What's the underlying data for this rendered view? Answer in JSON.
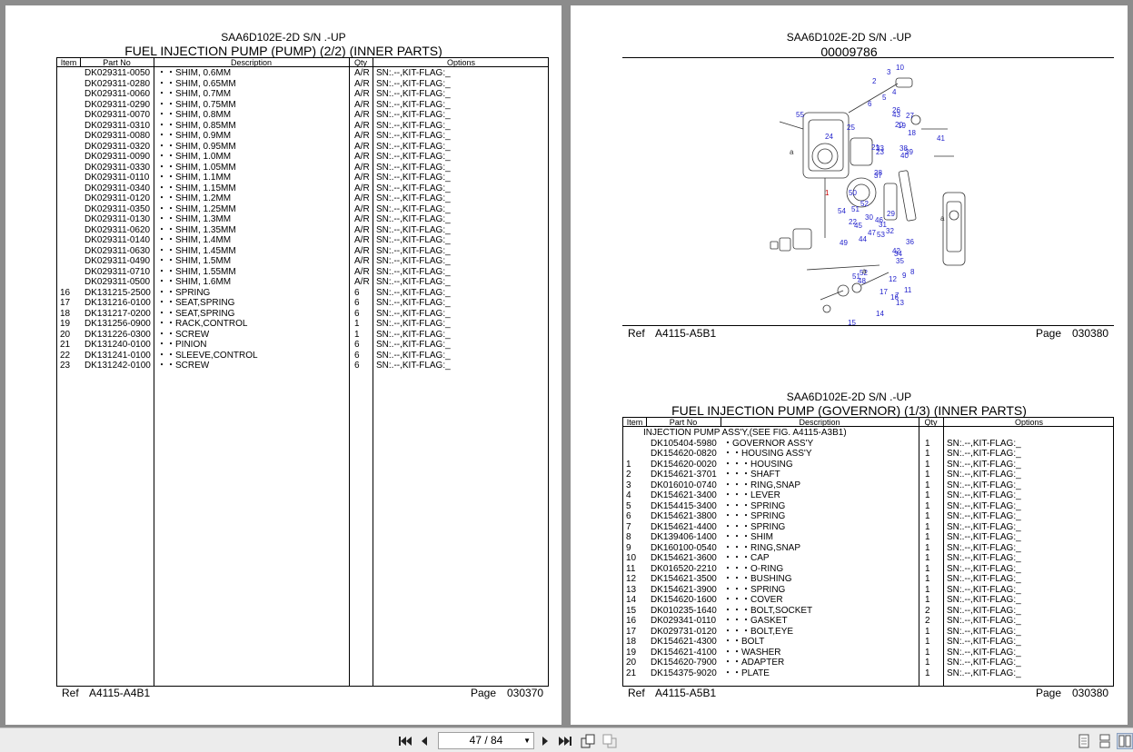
{
  "left_page": {
    "model": "SAA6D102E-2D S/N .-UP",
    "title": "FUEL INJECTION PUMP (PUMP) (2/2) (INNER PARTS)",
    "headers": {
      "item": "Item",
      "part_no": "Part No",
      "description": "Description",
      "qty": "Qty",
      "options": "Options"
    },
    "rows": [
      {
        "item": "",
        "part": "DK029311-0050",
        "desc": "・・SHIM, 0.6MM",
        "qty": "A/R",
        "opt": "SN:.--,KIT-FLAG:_"
      },
      {
        "item": "",
        "part": "DK029311-0280",
        "desc": "・・SHIM, 0.65MM",
        "qty": "A/R",
        "opt": "SN:.--,KIT-FLAG:_"
      },
      {
        "item": "",
        "part": "DK029311-0060",
        "desc": "・・SHIM, 0.7MM",
        "qty": "A/R",
        "opt": "SN:.--,KIT-FLAG:_"
      },
      {
        "item": "",
        "part": "DK029311-0290",
        "desc": "・・SHIM, 0.75MM",
        "qty": "A/R",
        "opt": "SN:.--,KIT-FLAG:_"
      },
      {
        "item": "",
        "part": "DK029311-0070",
        "desc": "・・SHIM, 0.8MM",
        "qty": "A/R",
        "opt": "SN:.--,KIT-FLAG:_"
      },
      {
        "item": "",
        "part": "DK029311-0310",
        "desc": "・・SHIM, 0.85MM",
        "qty": "A/R",
        "opt": "SN:.--,KIT-FLAG:_"
      },
      {
        "item": "",
        "part": "DK029311-0080",
        "desc": "・・SHIM, 0.9MM",
        "qty": "A/R",
        "opt": "SN:.--,KIT-FLAG:_"
      },
      {
        "item": "",
        "part": "DK029311-0320",
        "desc": "・・SHIM, 0.95MM",
        "qty": "A/R",
        "opt": "SN:.--,KIT-FLAG:_"
      },
      {
        "item": "",
        "part": "DK029311-0090",
        "desc": "・・SHIM, 1.0MM",
        "qty": "A/R",
        "opt": "SN:.--,KIT-FLAG:_"
      },
      {
        "item": "",
        "part": "DK029311-0330",
        "desc": "・・SHIM, 1.05MM",
        "qty": "A/R",
        "opt": "SN:.--,KIT-FLAG:_"
      },
      {
        "item": "",
        "part": "DK029311-0110",
        "desc": "・・SHIM, 1.1MM",
        "qty": "A/R",
        "opt": "SN:.--,KIT-FLAG:_"
      },
      {
        "item": "",
        "part": "DK029311-0340",
        "desc": "・・SHIM, 1.15MM",
        "qty": "A/R",
        "opt": "SN:.--,KIT-FLAG:_"
      },
      {
        "item": "",
        "part": "DK029311-0120",
        "desc": "・・SHIM, 1.2MM",
        "qty": "A/R",
        "opt": "SN:.--,KIT-FLAG:_"
      },
      {
        "item": "",
        "part": "DK029311-0350",
        "desc": "・・SHIM, 1.25MM",
        "qty": "A/R",
        "opt": "SN:.--,KIT-FLAG:_"
      },
      {
        "item": "",
        "part": "DK029311-0130",
        "desc": "・・SHIM, 1.3MM",
        "qty": "A/R",
        "opt": "SN:.--,KIT-FLAG:_"
      },
      {
        "item": "",
        "part": "DK029311-0620",
        "desc": "・・SHIM, 1.35MM",
        "qty": "A/R",
        "opt": "SN:.--,KIT-FLAG:_"
      },
      {
        "item": "",
        "part": "DK029311-0140",
        "desc": "・・SHIM, 1.4MM",
        "qty": "A/R",
        "opt": "SN:.--,KIT-FLAG:_"
      },
      {
        "item": "",
        "part": "DK029311-0630",
        "desc": "・・SHIM, 1.45MM",
        "qty": "A/R",
        "opt": "SN:.--,KIT-FLAG:_"
      },
      {
        "item": "",
        "part": "DK029311-0490",
        "desc": "・・SHIM, 1.5MM",
        "qty": "A/R",
        "opt": "SN:.--,KIT-FLAG:_"
      },
      {
        "item": "",
        "part": "DK029311-0710",
        "desc": "・・SHIM, 1.55MM",
        "qty": "A/R",
        "opt": "SN:.--,KIT-FLAG:_"
      },
      {
        "item": "",
        "part": "DK029311-0500",
        "desc": "・・SHIM, 1.6MM",
        "qty": "A/R",
        "opt": "SN:.--,KIT-FLAG:_"
      },
      {
        "item": "16",
        "part": "DK131215-2500",
        "desc": "・・SPRING",
        "qty": "6",
        "opt": "SN:.--,KIT-FLAG:_"
      },
      {
        "item": "17",
        "part": "DK131216-0100",
        "desc": "・・SEAT,SPRING",
        "qty": "6",
        "opt": "SN:.--,KIT-FLAG:_"
      },
      {
        "item": "18",
        "part": "DK131217-0200",
        "desc": "・・SEAT,SPRING",
        "qty": "6",
        "opt": "SN:.--,KIT-FLAG:_"
      },
      {
        "item": "19",
        "part": "DK131256-0900",
        "desc": "・・RACK,CONTROL",
        "qty": "1",
        "opt": "SN:.--,KIT-FLAG:_"
      },
      {
        "item": "20",
        "part": "DK131226-0300",
        "desc": "・・SCREW",
        "qty": "1",
        "opt": "SN:.--,KIT-FLAG:_"
      },
      {
        "item": "21",
        "part": "DK131240-0100",
        "desc": "・・PINION",
        "qty": "6",
        "opt": "SN:.--,KIT-FLAG:_"
      },
      {
        "item": "22",
        "part": "DK131241-0100",
        "desc": "・・SLEEVE,CONTROL",
        "qty": "6",
        "opt": "SN:.--,KIT-FLAG:_"
      },
      {
        "item": "23",
        "part": "DK131242-0100",
        "desc": "・・SCREW",
        "qty": "6",
        "opt": "SN:.--,KIT-FLAG:_"
      }
    ],
    "ref_label": "Ref",
    "ref_value": "A4115-A4B1",
    "page_label": "Page",
    "page_value": "030370"
  },
  "right_page": {
    "model": "SAA6D102E-2D S/N .-UP",
    "figure_number": "00009786",
    "diagram_labels": [
      "1",
      "2",
      "3",
      "4",
      "5",
      "6",
      "7",
      "8",
      "9",
      "10",
      "11",
      "12",
      "13",
      "14",
      "15",
      "16",
      "17",
      "18",
      "19",
      "20",
      "21",
      "22",
      "23",
      "24",
      "25",
      "26",
      "27",
      "28",
      "29",
      "30",
      "31",
      "32",
      "33",
      "34",
      "35",
      "36",
      "37",
      "38",
      "39",
      "40",
      "41",
      "42",
      "43",
      "44",
      "45",
      "46",
      "47",
      "48",
      "49",
      "50",
      "51",
      "51",
      "52",
      "52",
      "53",
      "54",
      "55",
      "a",
      "a",
      "a"
    ],
    "upper_ref_label": "Ref",
    "upper_ref_value": "A4115-A5B1",
    "upper_page_label": "Page",
    "upper_page_value": "030380",
    "model_2": "SAA6D102E-2D S/N .-UP",
    "title_2": "FUEL INJECTION PUMP (GOVERNOR) (1/3) (INNER PARTS)",
    "headers": {
      "item": "Item",
      "part_no": "Part No",
      "description": "Description",
      "qty": "Qty",
      "options": "Options"
    },
    "intro": "INJECTION PUMP ASS'Y,(SEE FIG. A4115-A3B1)",
    "rows": [
      {
        "item": "",
        "part": "DK105404-5980",
        "desc": "・GOVERNOR ASS'Y",
        "qty": "1",
        "opt": "SN:.--,KIT-FLAG:_"
      },
      {
        "item": "",
        "part": "DK154620-0820",
        "desc": "・・HOUSING ASS'Y",
        "qty": "1",
        "opt": "SN:.--,KIT-FLAG:_"
      },
      {
        "item": "1",
        "part": "DK154620-0020",
        "desc": "・・・HOUSING",
        "qty": "1",
        "opt": "SN:.--,KIT-FLAG:_"
      },
      {
        "item": "2",
        "part": "DK154621-3701",
        "desc": "・・・SHAFT",
        "qty": "1",
        "opt": "SN:.--,KIT-FLAG:_"
      },
      {
        "item": "3",
        "part": "DK016010-0740",
        "desc": "・・・RING,SNAP",
        "qty": "1",
        "opt": "SN:.--,KIT-FLAG:_"
      },
      {
        "item": "4",
        "part": "DK154621-3400",
        "desc": "・・・LEVER",
        "qty": "1",
        "opt": "SN:.--,KIT-FLAG:_"
      },
      {
        "item": "5",
        "part": "DK154415-3400",
        "desc": "・・・SPRING",
        "qty": "1",
        "opt": "SN:.--,KIT-FLAG:_"
      },
      {
        "item": "6",
        "part": "DK154621-3800",
        "desc": "・・・SPRING",
        "qty": "1",
        "opt": "SN:.--,KIT-FLAG:_"
      },
      {
        "item": "7",
        "part": "DK154621-4400",
        "desc": "・・・SPRING",
        "qty": "1",
        "opt": "SN:.--,KIT-FLAG:_"
      },
      {
        "item": "8",
        "part": "DK139406-1400",
        "desc": "・・・SHIM",
        "qty": "1",
        "opt": "SN:.--,KIT-FLAG:_"
      },
      {
        "item": "9",
        "part": "DK160100-0540",
        "desc": "・・・RING,SNAP",
        "qty": "1",
        "opt": "SN:.--,KIT-FLAG:_"
      },
      {
        "item": "10",
        "part": "DK154621-3600",
        "desc": "・・・CAP",
        "qty": "1",
        "opt": "SN:.--,KIT-FLAG:_"
      },
      {
        "item": "11",
        "part": "DK016520-2210",
        "desc": "・・・O-RING",
        "qty": "1",
        "opt": "SN:.--,KIT-FLAG:_"
      },
      {
        "item": "12",
        "part": "DK154621-3500",
        "desc": "・・・BUSHING",
        "qty": "1",
        "opt": "SN:.--,KIT-FLAG:_"
      },
      {
        "item": "13",
        "part": "DK154621-3900",
        "desc": "・・・SPRING",
        "qty": "1",
        "opt": "SN:.--,KIT-FLAG:_"
      },
      {
        "item": "14",
        "part": "DK154620-1600",
        "desc": "・・・COVER",
        "qty": "1",
        "opt": "SN:.--,KIT-FLAG:_"
      },
      {
        "item": "15",
        "part": "DK010235-1640",
        "desc": "・・・BOLT,SOCKET",
        "qty": "2",
        "opt": "SN:.--,KIT-FLAG:_"
      },
      {
        "item": "16",
        "part": "DK029341-0110",
        "desc": "・・・GASKET",
        "qty": "2",
        "opt": "SN:.--,KIT-FLAG:_"
      },
      {
        "item": "17",
        "part": "DK029731-0120",
        "desc": "・・・BOLT,EYE",
        "qty": "1",
        "opt": "SN:.--,KIT-FLAG:_"
      },
      {
        "item": "18",
        "part": "DK154621-4300",
        "desc": "・・BOLT",
        "qty": "1",
        "opt": "SN:.--,KIT-FLAG:_"
      },
      {
        "item": "19",
        "part": "DK154621-4100",
        "desc": "・・WASHER",
        "qty": "1",
        "opt": "SN:.--,KIT-FLAG:_"
      },
      {
        "item": "20",
        "part": "DK154620-7900",
        "desc": "・・ADAPTER",
        "qty": "1",
        "opt": "SN:.--,KIT-FLAG:_"
      },
      {
        "item": "21",
        "part": "DK154375-9020",
        "desc": "・・PLATE",
        "qty": "1",
        "opt": "SN:.--,KIT-FLAG:_"
      }
    ],
    "lower_ref_label": "Ref",
    "lower_ref_value": "A4115-A5B1",
    "lower_page_label": "Page",
    "lower_page_value": "030380"
  },
  "toolbar": {
    "page_indicator": "47 / 84",
    "icons": [
      "first-page-icon",
      "prev-page-icon",
      "next-page-icon",
      "last-page-icon",
      "rotate-icon",
      "rotate-back-icon",
      "single-page-icon",
      "continuous-icon",
      "two-page-icon"
    ]
  }
}
